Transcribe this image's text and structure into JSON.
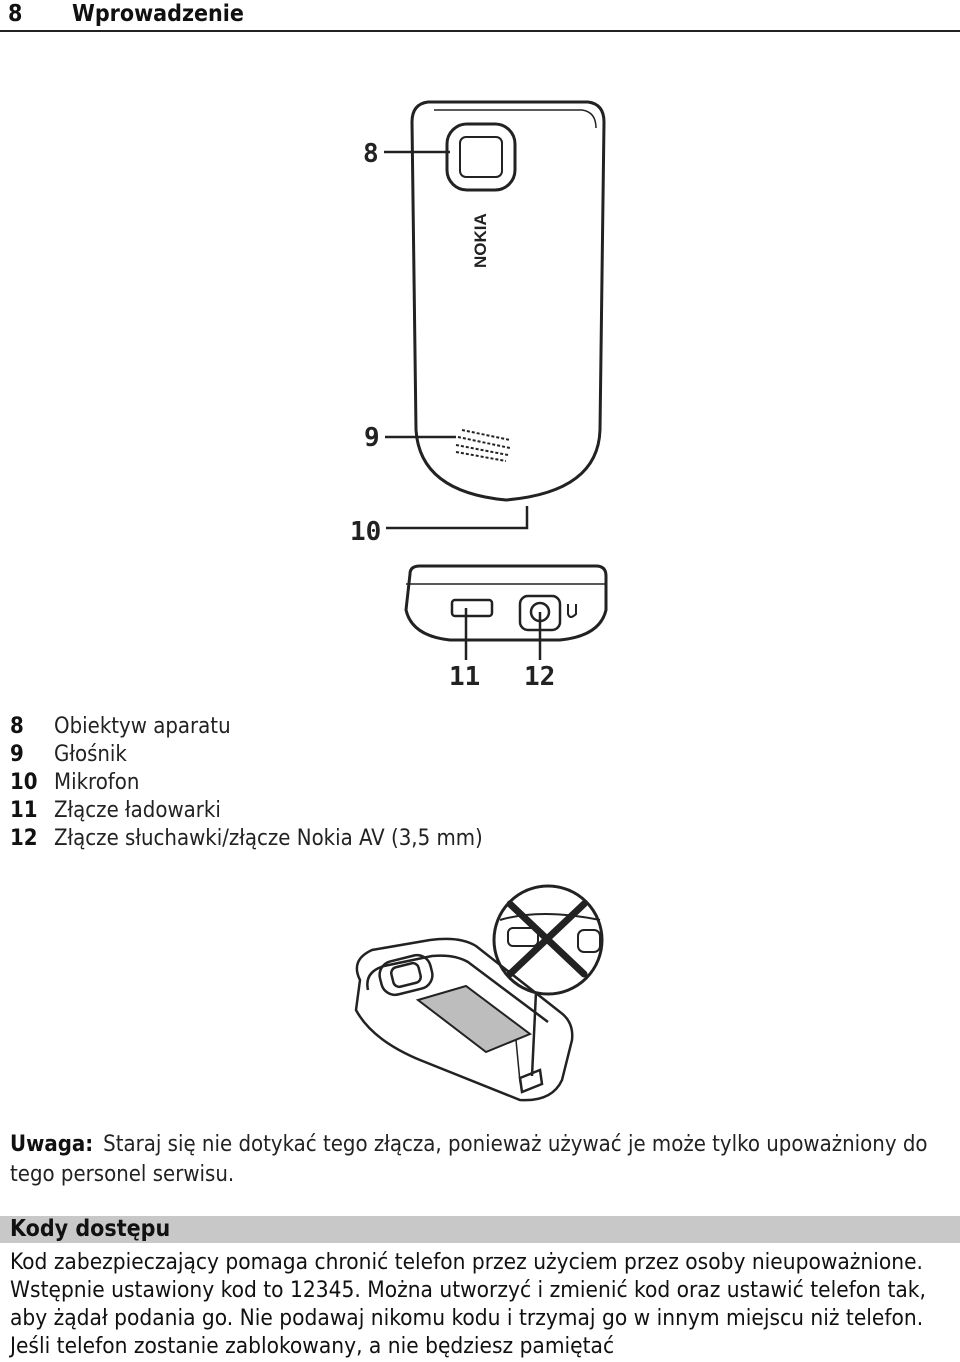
{
  "header": {
    "chapter_number": "8",
    "chapter_title": "Wprowadzenie"
  },
  "figure_top": {
    "callouts": [
      "8",
      "9",
      "10",
      "11",
      "12"
    ],
    "brand": "NOKIA"
  },
  "legend": [
    {
      "num": "8",
      "text": "Obiektyw aparatu"
    },
    {
      "num": "9",
      "text": "Głośnik"
    },
    {
      "num": "10",
      "text": "Mikrofon"
    },
    {
      "num": "11",
      "text": "Złącze ładowarki"
    },
    {
      "num": "12",
      "text": "Złącze słuchawki/złącze Nokia AV (3,5 mm)"
    }
  ],
  "note": {
    "label": "Uwaga:",
    "text": "Staraj się nie dotykać tego złącza, ponieważ używać je może tylko upoważniony do tego personel serwisu."
  },
  "section": {
    "title": "Kody dostępu",
    "body": "Kod zabezpieczający pomaga chronić telefon przez użyciem przez osoby nieupoważnione. Wstępnie ustawiony kod to 12345. Można utworzyć i zmienić kod oraz ustawić telefon tak, aby żądał podania go. Nie podawaj nikomu kodu i trzymaj go w innym miejscu niż telefon. Jeśli telefon zostanie zablokowany, a nie będziesz pamiętać"
  }
}
